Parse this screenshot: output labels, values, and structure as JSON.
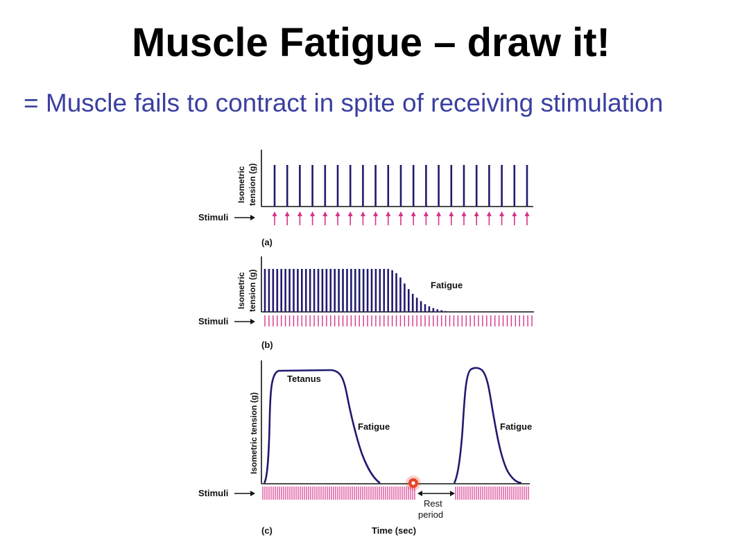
{
  "slide": {
    "title": "Muscle Fatigue – draw it!",
    "subtitle": "= Muscle fails to contract in spite of receiving stimulation"
  },
  "figure": {
    "panel_a": {
      "label": "(a)",
      "y_label_line1": "Isometric",
      "y_label_line2": "tension (g)",
      "stimuli_label": "Stimuli",
      "twitch_count": 21
    },
    "panel_b": {
      "label": "(b)",
      "y_label_line1": "Isometric",
      "y_label_line2": "tension (g)",
      "stimuli_label": "Stimuli",
      "fatigue_label": "Fatigue",
      "bar_levels": [
        1,
        1,
        1,
        1,
        1,
        1,
        1,
        1,
        1,
        1,
        1,
        1,
        1,
        1,
        1,
        1,
        1,
        1,
        1,
        1,
        1,
        1,
        1,
        1,
        1,
        1,
        1,
        1,
        1,
        1,
        1,
        0.97,
        0.9,
        0.8,
        0.66,
        0.53,
        0.42,
        0.33,
        0.25,
        0.18,
        0.13,
        0.09,
        0.06,
        0.04,
        0.02,
        0.01,
        0,
        0,
        0,
        0,
        0,
        0,
        0,
        0,
        0,
        0,
        0,
        0,
        0,
        0,
        0,
        0,
        0,
        0,
        0,
        0
      ]
    },
    "panel_c": {
      "label": "(c)",
      "y_label": "Isometric tension (g)",
      "stimuli_label": "Stimuli",
      "tetanus_label": "Tetanus",
      "fatigue_label_1": "Fatigue",
      "fatigue_label_2": "Fatigue",
      "rest_label_line1": "Rest",
      "rest_label_line2": "period",
      "x_label": "Time (sec)"
    }
  },
  "colors": {
    "title": "#000000",
    "subtitle": "#3a3fa0",
    "trace": "#1f1a6e",
    "stimulus": "#d6338a",
    "cursor": "#e8432a"
  }
}
